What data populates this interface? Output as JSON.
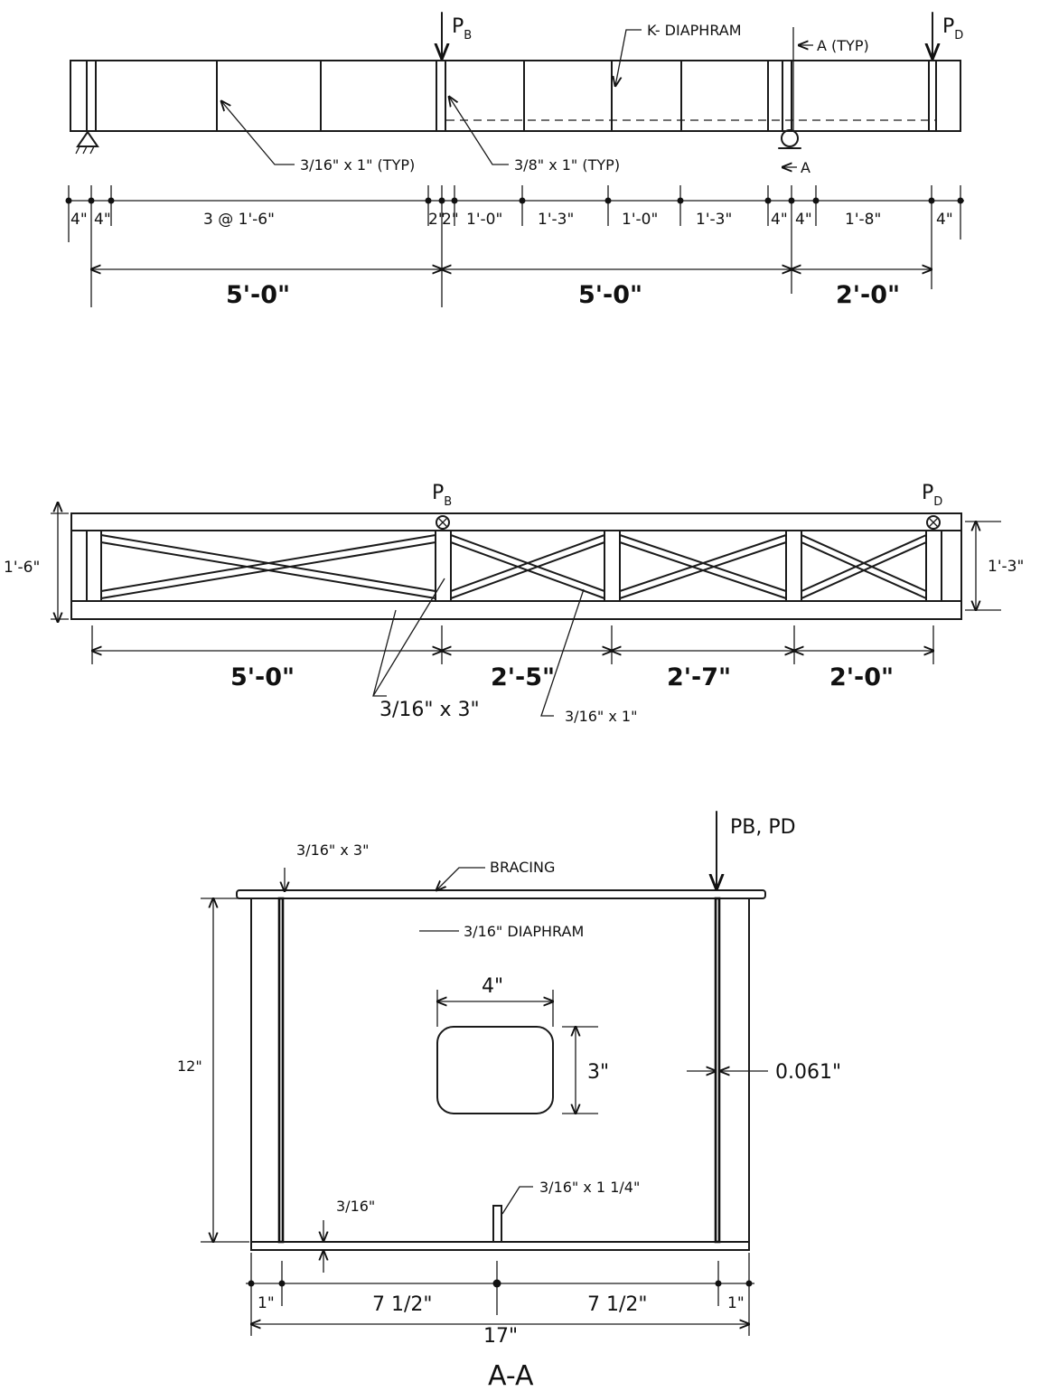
{
  "elevation": {
    "load_b": "P",
    "load_b_sub": "B",
    "load_d": "P",
    "load_d_sub": "D",
    "k_diaphragm": "K- DIAPHRAM",
    "section_ref_typ": "A (TYP)",
    "section_ref": "A",
    "stiffener_small": "3/16\" x 1\" (TYP)",
    "stiffener_large": "3/8\" x 1\" (TYP)",
    "dims_top": [
      "4\"",
      "4\"",
      "3 @ 1'-6\"",
      "2\"",
      "2\"",
      "1'-0\"",
      "1'-3\"",
      "1'-0\"",
      "1'-3\"",
      "4\"",
      "4\"",
      "1'-8\"",
      "4\""
    ],
    "dims_bottom": [
      "5'-0\"",
      "5'-0\"",
      "2'-0\""
    ]
  },
  "plan": {
    "load_b": "P",
    "load_b_sub": "B",
    "load_d": "P",
    "load_d_sub": "D",
    "height_left": "1'-6\"",
    "height_right": "1'-3\"",
    "dims": [
      "5'-0\"",
      "2'-5\"",
      "2'-7\"",
      "2'-0\""
    ],
    "member_large": "3/16\" x 3\"",
    "member_small": "3/16\" x 1\""
  },
  "section": {
    "loads": "PB, PD",
    "flange": "3/16\" x 3\"",
    "bracing": "BRACING",
    "diaphragm": "3/16\" DIAPHRAM",
    "hole_width": "4\"",
    "hole_height": "3\"",
    "height": "12\"",
    "web_thickness": "0.061\"",
    "stiffener": "3/16\" x 1 1/4\"",
    "bottom_plate": "3/16\"",
    "dims": [
      "1\"",
      "7 1/2\"",
      "7 1/2\"",
      "1\""
    ],
    "total_width": "17\"",
    "caption": "A-A"
  }
}
